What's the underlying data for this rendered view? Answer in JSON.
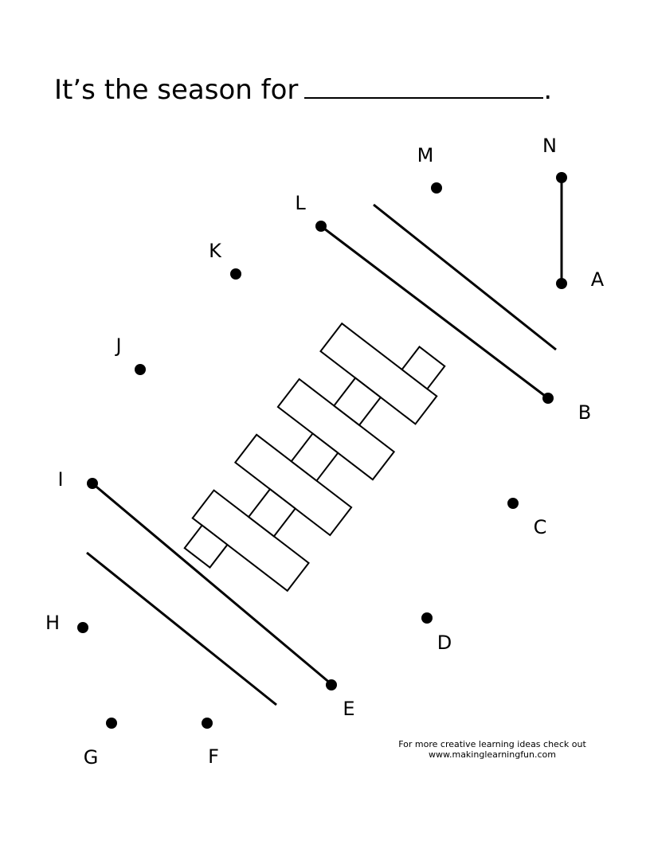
{
  "title": {
    "text": "It’s the season for",
    "end_punctuation": "."
  },
  "dots": [
    {
      "label": "A"
    },
    {
      "label": "B"
    },
    {
      "label": "C"
    },
    {
      "label": "D"
    },
    {
      "label": "E"
    },
    {
      "label": "F"
    },
    {
      "label": "G"
    },
    {
      "label": "H"
    },
    {
      "label": "I"
    },
    {
      "label": "J"
    },
    {
      "label": "K"
    },
    {
      "label": "L"
    },
    {
      "label": "M"
    },
    {
      "label": "N"
    }
  ],
  "footer": {
    "line1": "For more creative learning ideas check out",
    "line2": "www.makinglearningfun.com"
  }
}
